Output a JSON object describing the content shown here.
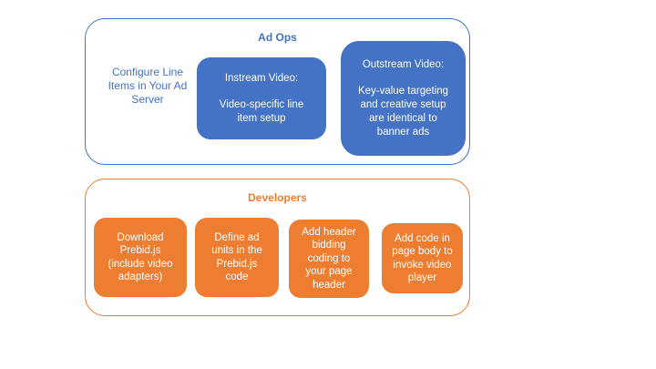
{
  "colors": {
    "blue": "#4472C4",
    "orange": "#ED7D31",
    "box_text": "#ffffff",
    "background": "#ffffff"
  },
  "ad_ops": {
    "title": "Ad Ops",
    "side_note": "Configure Line\nItems in Your Ad\nServer",
    "boxes": [
      {
        "title": "Instream Video:",
        "body": "Video-specific line\nitem setup"
      },
      {
        "title": "Outstream Video:",
        "body": "Key-value targeting\nand creative setup\nare identical to\nbanner ads"
      }
    ]
  },
  "developers": {
    "title": "Developers",
    "boxes": [
      {
        "text": "Download\nPrebid.js\n(include video\nadapters)"
      },
      {
        "text": "Define ad\nunits in the\nPrebid.js\ncode"
      },
      {
        "text": "Add header\nbidding\ncoding to\nyour page\nheader"
      },
      {
        "text": "Add code in\npage body to\ninvoke video\nplayer"
      }
    ]
  }
}
